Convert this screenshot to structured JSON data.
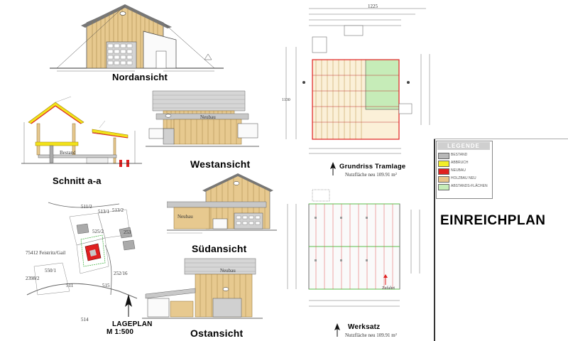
{
  "titles": {
    "nordansicht": "Nordansicht",
    "schnitt": "Schnitt a-a",
    "westansicht": "Westansicht",
    "suedansicht": "Südansicht",
    "ostansicht": "Ostansicht",
    "grundriss": "Grundriss Tramlage",
    "werksatz": "Werksatz",
    "lageplan": "LAGEPLAN",
    "lageplan_scale": "M 1:500",
    "einreichplan": "EINREICHPLAN"
  },
  "grundriss": {
    "area": "Nutzfläche neu   109.91 m²",
    "dim_top": "1225",
    "dim_total": "1130"
  },
  "werksatz": {
    "area": "Nutzfläche neu   109.91 m²",
    "annex": "Zufahrt"
  },
  "lageplan": {
    "parcel_main": "75412 Feistritz/Gail",
    "parcels": [
      "511/2",
      "513/1",
      "513/2",
      "525/2",
      "253",
      "550/1",
      "2398/2",
      "511",
      "515",
      "514",
      "252/16"
    ]
  },
  "elevation_labels": {
    "neubau": "Neubau",
    "bestand": "Bestand"
  },
  "legend": {
    "title": "LEGENDE",
    "items": [
      {
        "label": "BESTAND",
        "color": "#b8b8b8"
      },
      {
        "label": "ABBRUCH",
        "color": "#f2ee2a"
      },
      {
        "label": "NEUBAU",
        "color": "#e02020"
      },
      {
        "label": "HOLZBAU NEU",
        "color": "#e8c48a"
      },
      {
        "label": "ABSTANDS-FLÄCHEN",
        "color": "#c6ecb8"
      }
    ]
  },
  "colors": {
    "wood": "#e7c98f",
    "wood_line": "#8a6a2a",
    "roof": "#c0c0c0",
    "new_red": "#e02020",
    "green": "#c6ecb8"
  }
}
